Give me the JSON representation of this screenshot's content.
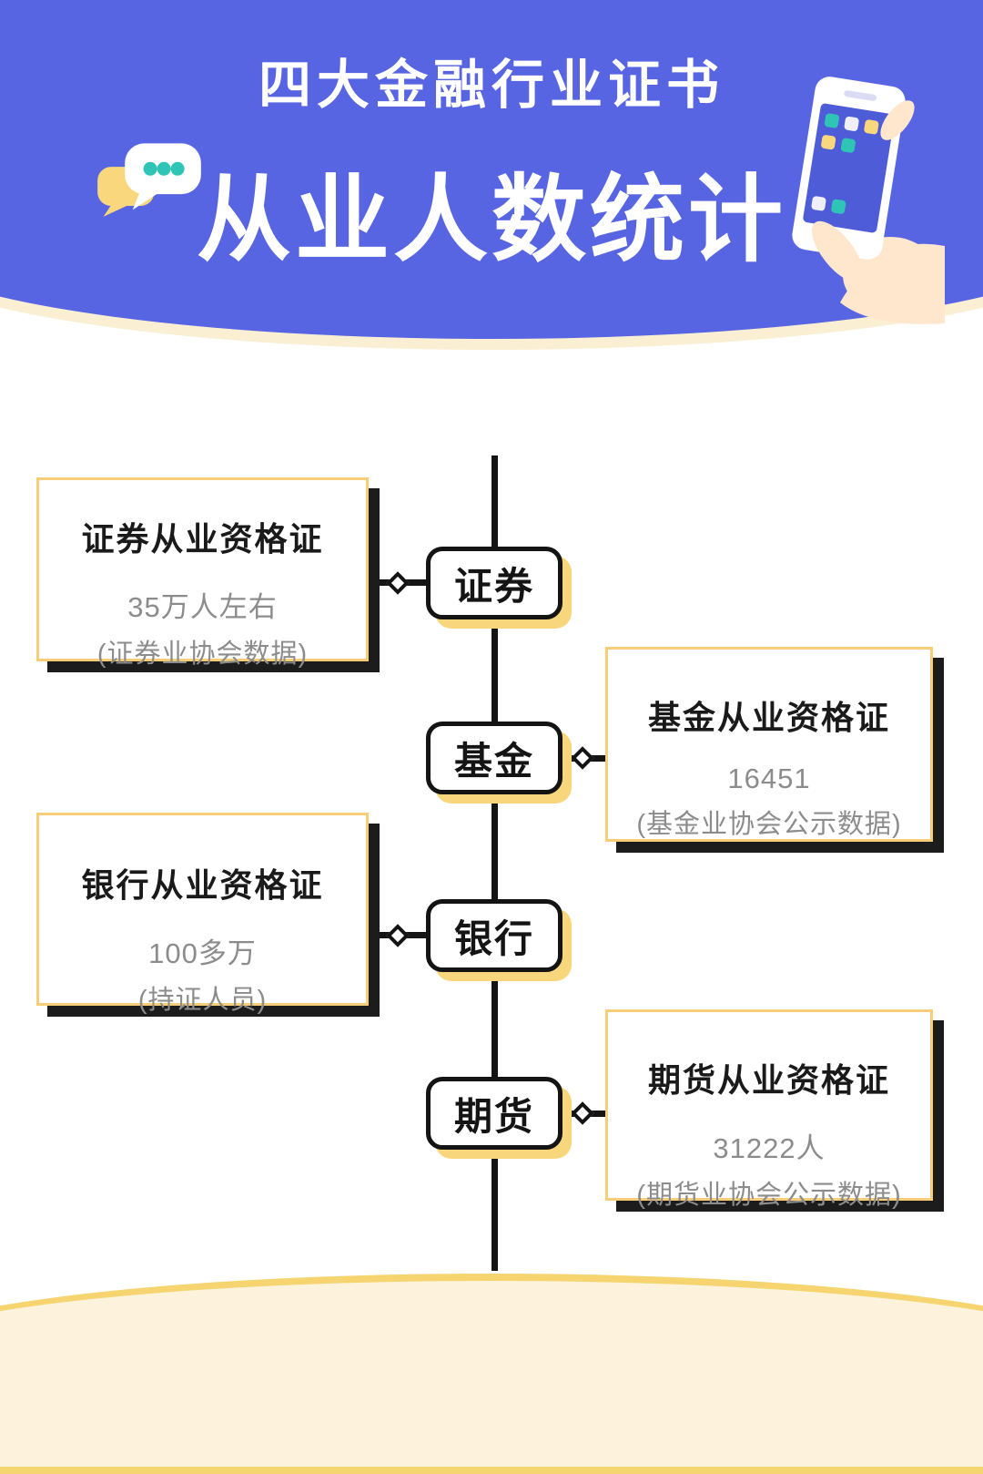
{
  "header": {
    "subtitle": "四大金融行业证书",
    "title": "从业人数统计"
  },
  "timeline": {
    "nodes": [
      {
        "label": "证券",
        "side": "left",
        "card": {
          "title": "证券从业资格证",
          "value": "35万人左右",
          "note": "(证券业协会数据)"
        }
      },
      {
        "label": "基金",
        "side": "right",
        "card": {
          "title": "基金从业资格证",
          "value": "16451",
          "note": "(基金业协会公示数据)"
        }
      },
      {
        "label": "银行",
        "side": "left",
        "card": {
          "title": "银行从业资格证",
          "value": "100多万",
          "note": "(持证人员)"
        }
      },
      {
        "label": "期货",
        "side": "right",
        "card": {
          "title": "期货从业资格证",
          "value": "31222人",
          "note": "(期货业协会公示数据)"
        }
      }
    ]
  },
  "icons": {
    "chat": "chat-bubbles-icon",
    "phone": "hand-holding-phone-icon"
  },
  "colors": {
    "header_bg": "#5865E3",
    "accent_yellow": "#F8D77C",
    "card_border_yellow": "#F6CE78",
    "node_border": "#141414",
    "text_gray": "#8C8C8C",
    "dots_teal": "#2FC5B6",
    "footer_fill": "#FDF3DC",
    "footer_line": "#F6D470"
  }
}
